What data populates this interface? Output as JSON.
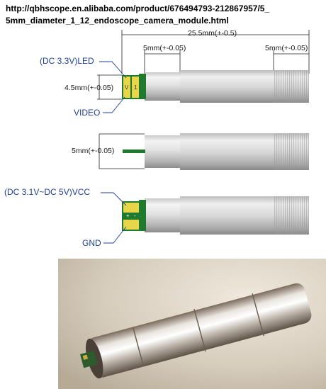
{
  "source_url": "http://qbhscope.en.alibaba.com/product/676494793-212867957/5_\n5mm_diameter_1_12_endoscope_camera_module.html",
  "dimensions": {
    "overall_length": "25.5mm(+-0.5)",
    "front_section": "5mm(+-0.05)",
    "rear_section": "5mm(+-0.05)",
    "board_height": "4.5mm(+-0.05)",
    "diameter": "5mm(+-0.05)"
  },
  "callouts": {
    "led": "(DC 3.3V)LED",
    "video": "VIDEO",
    "vcc": "(DC 3.1V~DC 5V)VCC",
    "gnd": "GND"
  },
  "pads": {
    "top_view_left": "V",
    "top_view_right": "1",
    "bottom_view_top": "+",
    "bottom_view_bottom": "-"
  },
  "colors": {
    "callout_text": "#1f3f9a",
    "pcb_green": "#1f7a2e",
    "pad_gold": "#e8d64a",
    "metal_light": "#f2f2f2",
    "metal_dark": "#8c8c8c"
  }
}
